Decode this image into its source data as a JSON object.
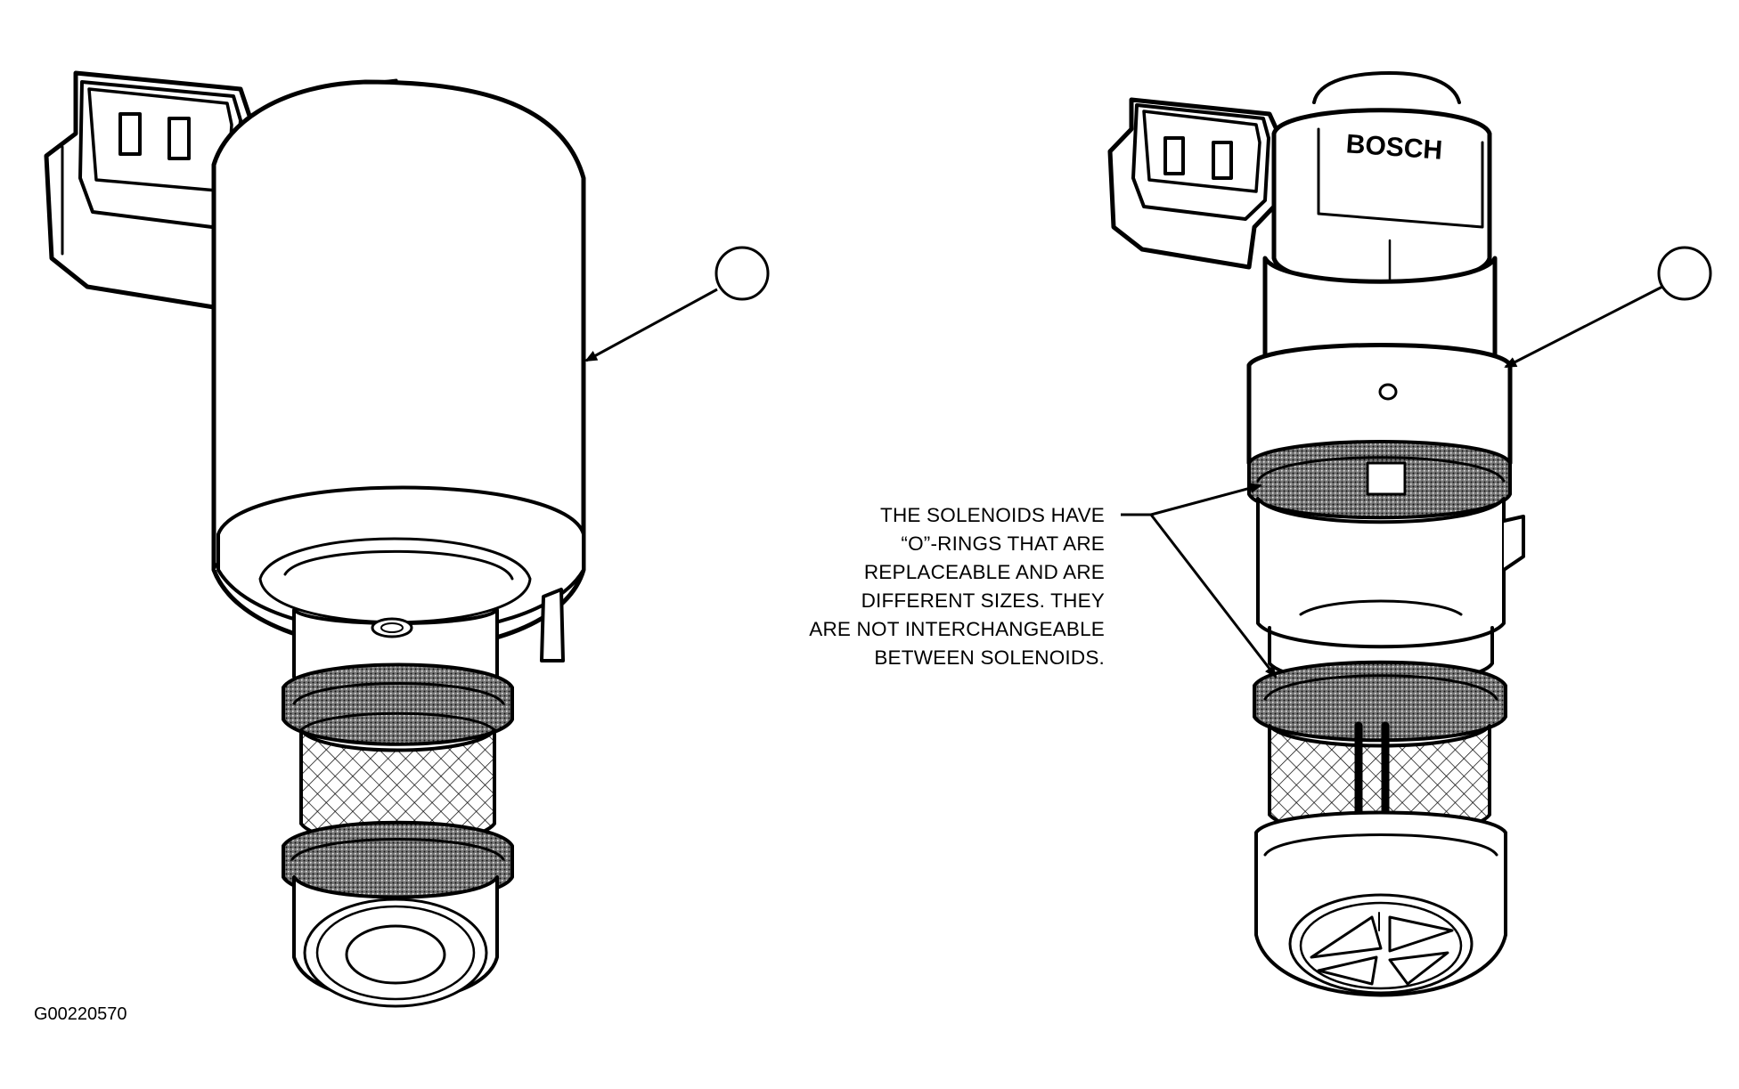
{
  "figure_id": "G00220570",
  "left_solenoid": {
    "callout": ""
  },
  "right_solenoid": {
    "callout": "",
    "brand": "BOSCH"
  },
  "note": {
    "lines": [
      "THE SOLENOIDS HAVE",
      "“O”-RINGS THAT ARE",
      "REPLACEABLE AND ARE",
      "DIFFERENT SIZES. THEY",
      "ARE NOT INTERCHANGEABLE",
      "BETWEEN SOLENOIDS."
    ]
  }
}
